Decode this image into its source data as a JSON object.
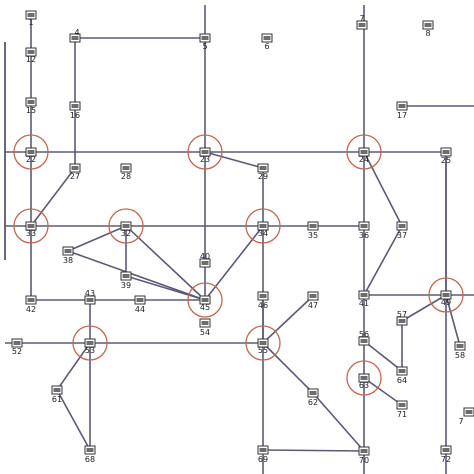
{
  "diagram": {
    "colors": {
      "edge": "#5a5a78",
      "node": "#6d6d6d",
      "highlight": "#c4674f"
    },
    "highlighted_nodes": [
      "22",
      "23",
      "24",
      "32",
      "33",
      "34",
      "45",
      "49",
      "53",
      "55",
      "63"
    ],
    "nodes": [
      {
        "id": "1",
        "label": "1"
      },
      {
        "id": "4",
        "label": "4"
      },
      {
        "id": "5",
        "label": "5"
      },
      {
        "id": "6",
        "label": "6"
      },
      {
        "id": "7",
        "label": "7"
      },
      {
        "id": "8",
        "label": "8"
      },
      {
        "id": "12",
        "label": "12"
      },
      {
        "id": "15",
        "label": "15"
      },
      {
        "id": "16",
        "label": "16"
      },
      {
        "id": "17",
        "label": "17"
      },
      {
        "id": "22",
        "label": "22"
      },
      {
        "id": "23",
        "label": "23"
      },
      {
        "id": "24",
        "label": "24"
      },
      {
        "id": "25",
        "label": "25"
      },
      {
        "id": "27",
        "label": "27"
      },
      {
        "id": "28",
        "label": "28"
      },
      {
        "id": "29",
        "label": "29"
      },
      {
        "id": "32",
        "label": "32"
      },
      {
        "id": "33",
        "label": "33"
      },
      {
        "id": "34",
        "label": "34"
      },
      {
        "id": "35",
        "label": "35"
      },
      {
        "id": "36",
        "label": "36"
      },
      {
        "id": "37",
        "label": "37"
      },
      {
        "id": "38",
        "label": "38"
      },
      {
        "id": "39",
        "label": "39"
      },
      {
        "id": "40",
        "label": "40"
      },
      {
        "id": "41",
        "label": "41"
      },
      {
        "id": "42",
        "label": "42"
      },
      {
        "id": "43",
        "label": "43"
      },
      {
        "id": "44",
        "label": "44"
      },
      {
        "id": "45",
        "label": "45"
      },
      {
        "id": "46",
        "label": "46"
      },
      {
        "id": "47",
        "label": "47"
      },
      {
        "id": "49",
        "label": "49"
      },
      {
        "id": "52",
        "label": "52"
      },
      {
        "id": "53",
        "label": "53"
      },
      {
        "id": "54",
        "label": "54"
      },
      {
        "id": "55",
        "label": "55"
      },
      {
        "id": "56",
        "label": "56"
      },
      {
        "id": "57",
        "label": "57"
      },
      {
        "id": "58",
        "label": "58"
      },
      {
        "id": "61",
        "label": "61"
      },
      {
        "id": "62",
        "label": "62"
      },
      {
        "id": "63",
        "label": "63"
      },
      {
        "id": "64",
        "label": "64"
      },
      {
        "id": "68",
        "label": "68"
      },
      {
        "id": "69",
        "label": "69"
      },
      {
        "id": "70",
        "label": "70"
      },
      {
        "id": "71",
        "label": "71"
      },
      {
        "id": "72",
        "label": "72"
      },
      {
        "id": "7b",
        "label": "7"
      },
      {
        "id": "x1"
      },
      {
        "id": "x2"
      },
      {
        "id": "x3"
      },
      {
        "id": "x4"
      },
      {
        "id": "x5"
      },
      {
        "id": "x6"
      },
      {
        "id": "x7"
      },
      {
        "id": "x8"
      },
      {
        "id": "x9"
      },
      {
        "id": "x10"
      },
      {
        "id": "x11"
      },
      {
        "id": "x12"
      },
      {
        "id": "x13"
      }
    ],
    "edges": [
      [
        "1",
        "12"
      ],
      [
        "12",
        "15"
      ],
      [
        "15",
        "22"
      ],
      [
        "22",
        "33"
      ],
      [
        "33",
        "42"
      ],
      [
        "22",
        "23"
      ],
      [
        "23",
        "24"
      ],
      [
        "24",
        "25"
      ],
      [
        "4",
        "5"
      ],
      [
        "5",
        "x1"
      ],
      [
        "4",
        "16"
      ],
      [
        "16",
        "27"
      ],
      [
        "5",
        "23"
      ],
      [
        "23",
        "40"
      ],
      [
        "40",
        "45"
      ],
      [
        "23",
        "29"
      ],
      [
        "29",
        "34"
      ],
      [
        "22",
        "x2"
      ],
      [
        "33",
        "x3"
      ],
      [
        "27",
        "33"
      ],
      [
        "33",
        "32"
      ],
      [
        "32",
        "34"
      ],
      [
        "34",
        "35"
      ],
      [
        "35",
        "36"
      ],
      [
        "32",
        "38"
      ],
      [
        "32",
        "39"
      ],
      [
        "32",
        "45"
      ],
      [
        "38",
        "45"
      ],
      [
        "39",
        "45"
      ],
      [
        "34",
        "55"
      ],
      [
        "34",
        "45"
      ],
      [
        "55",
        "46"
      ],
      [
        "55",
        "47"
      ],
      [
        "42",
        "43"
      ],
      [
        "43",
        "44"
      ],
      [
        "44",
        "45"
      ],
      [
        "43",
        "53"
      ],
      [
        "53",
        "x6"
      ],
      [
        "53",
        "55"
      ],
      [
        "53",
        "61"
      ],
      [
        "53",
        "68"
      ],
      [
        "61",
        "68"
      ],
      [
        "55",
        "62"
      ],
      [
        "55",
        "69"
      ],
      [
        "62",
        "70"
      ],
      [
        "69",
        "70"
      ],
      [
        "70",
        "63"
      ],
      [
        "70",
        "x9"
      ],
      [
        "69",
        "x10"
      ],
      [
        "x5",
        "24"
      ],
      [
        "24",
        "36"
      ],
      [
        "24",
        "37"
      ],
      [
        "36",
        "41"
      ],
      [
        "37",
        "41"
      ],
      [
        "41",
        "49"
      ],
      [
        "41",
        "56"
      ],
      [
        "49",
        "25"
      ],
      [
        "49",
        "x11"
      ],
      [
        "49",
        "58"
      ],
      [
        "49",
        "57"
      ],
      [
        "57",
        "64"
      ],
      [
        "56",
        "64"
      ],
      [
        "56",
        "63"
      ],
      [
        "63",
        "71"
      ],
      [
        "25",
        "72"
      ],
      [
        "72",
        "x12"
      ],
      [
        "x13",
        "17"
      ],
      [
        "x4",
        "x7"
      ],
      [
        "x8",
        "x7"
      ],
      [
        "x4",
        "x8"
      ]
    ]
  }
}
